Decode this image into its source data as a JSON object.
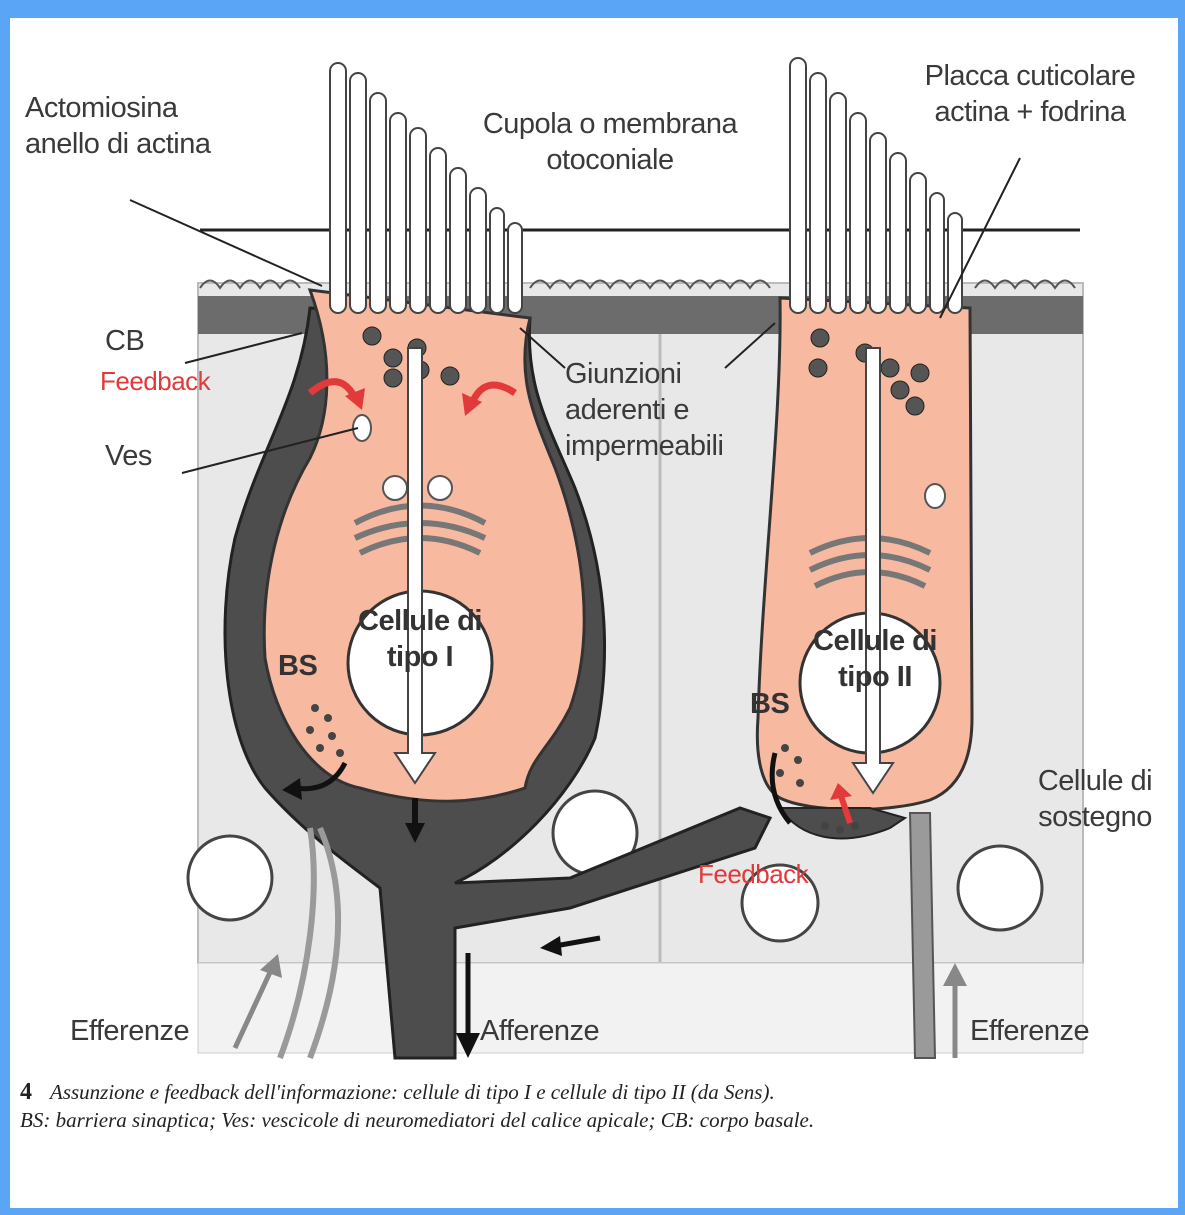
{
  "labels": {
    "actomiosina_1": "Actomiosina",
    "actomiosina_2": "anello di actina",
    "cupola_1": "Cupola o membrana",
    "cupola_2": "otoconiale",
    "placca_1": "Placca cuticolare",
    "placca_2": "actina + fodrina",
    "cb": "CB",
    "feedback_left": "Feedback",
    "ves": "Ves",
    "giunzioni_1": "Giunzioni",
    "giunzioni_2": "aderenti e",
    "giunzioni_3": "impermeabili",
    "tipo1_1": "Cellule di",
    "tipo1_2": "tipo I",
    "tipo2_1": "Cellule di",
    "tipo2_2": "tipo II",
    "bs_left": "BS",
    "bs_right": "BS",
    "sostegno_1": "Cellule di",
    "sostegno_2": "sostegno",
    "feedback_right": "Feedback",
    "efferenze_left": "Efferenze",
    "afferenze": "Afferenze",
    "efferenze_right": "Efferenze"
  },
  "caption": {
    "number": "4",
    "line1": "Assunzione e feedback dell'informazione: cellule di tipo I e cellule di tipo II (da Sens).",
    "line2": "BS: barriera sinaptica; Ves: vescicole di neuromediatori del calice apicale; CB: corpo basale."
  },
  "colors": {
    "background": "#5aa5f5",
    "cell": "#f7b9a0",
    "calyx": "#4d4d4d",
    "feedback": "#e23a3a",
    "support": "#e7e7e7"
  }
}
